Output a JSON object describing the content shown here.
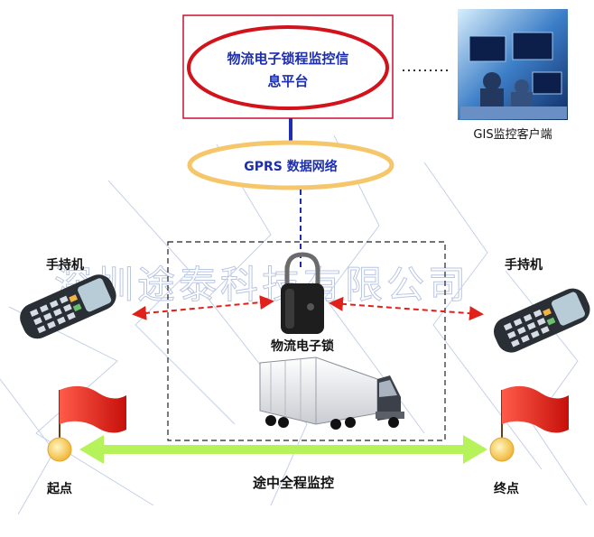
{
  "platform": {
    "title_line1": "物流电子锁程监控信",
    "title_line2": "息平台",
    "border_color": "#c8102e",
    "title_color": "#1d2fb0"
  },
  "gis_client": {
    "label": "GIS监控客户端"
  },
  "gprs": {
    "label": "GPRS 数据网络",
    "ring_color": "#f6c76a"
  },
  "lock": {
    "label": "物流电子锁"
  },
  "handheld_left": {
    "label": "手持机"
  },
  "handheld_right": {
    "label": "手持机"
  },
  "start": {
    "label": "起点"
  },
  "end": {
    "label": "终点"
  },
  "route": {
    "label": "途中全程监控",
    "arrow_color": "#b6f25a"
  },
  "watermark": {
    "text": "深圳途泰科技有限公司"
  },
  "colors": {
    "dashed_arrow": "#e0201a",
    "link_line": "#1d2fb0"
  },
  "icons": [
    "monitoring-photo",
    "padlock-icon",
    "truck-icon",
    "handheld-terminal-icon",
    "red-flag-icon"
  ]
}
